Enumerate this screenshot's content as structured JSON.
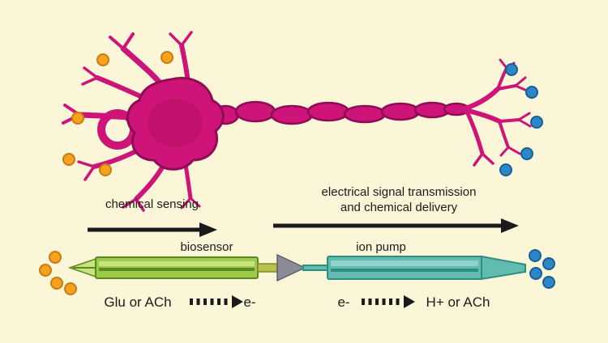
{
  "labels": {
    "chemical_sensing": "chemical sensing",
    "electrical_line1": "electrical signal transmission",
    "electrical_line2": "and chemical delivery",
    "biosensor": "biosensor",
    "ion_pump": "ion pump",
    "glu_or_ach": "Glu or ACh",
    "electron_left": "e-",
    "electron_right": "e-",
    "h_or_ach": "H+ or ACh"
  },
  "colors": {
    "background": "#FBF6D8",
    "neuron": "#CE1478",
    "neuron_outline": "#8E0C55",
    "neuron_inner": "#B50F63",
    "orange": "#F6A21F",
    "orange_outline": "#C87B12",
    "blue": "#2B87C8",
    "blue_outline": "#1A5F93",
    "green_body": "#9CCB4C",
    "green_light": "#C9E47E",
    "green_dark": "#5C8A1E",
    "olive": "#B9C24E",
    "olive_outline": "#7D8A2C",
    "gray": "#8B8B98",
    "gray_outline": "#5E5E6C",
    "teal": "#62BBAF",
    "teal_light": "#92D2C8",
    "teal_dark": "#2F8E82",
    "arrow": "#1A1A1A",
    "text": "#1B1B1B"
  }
}
